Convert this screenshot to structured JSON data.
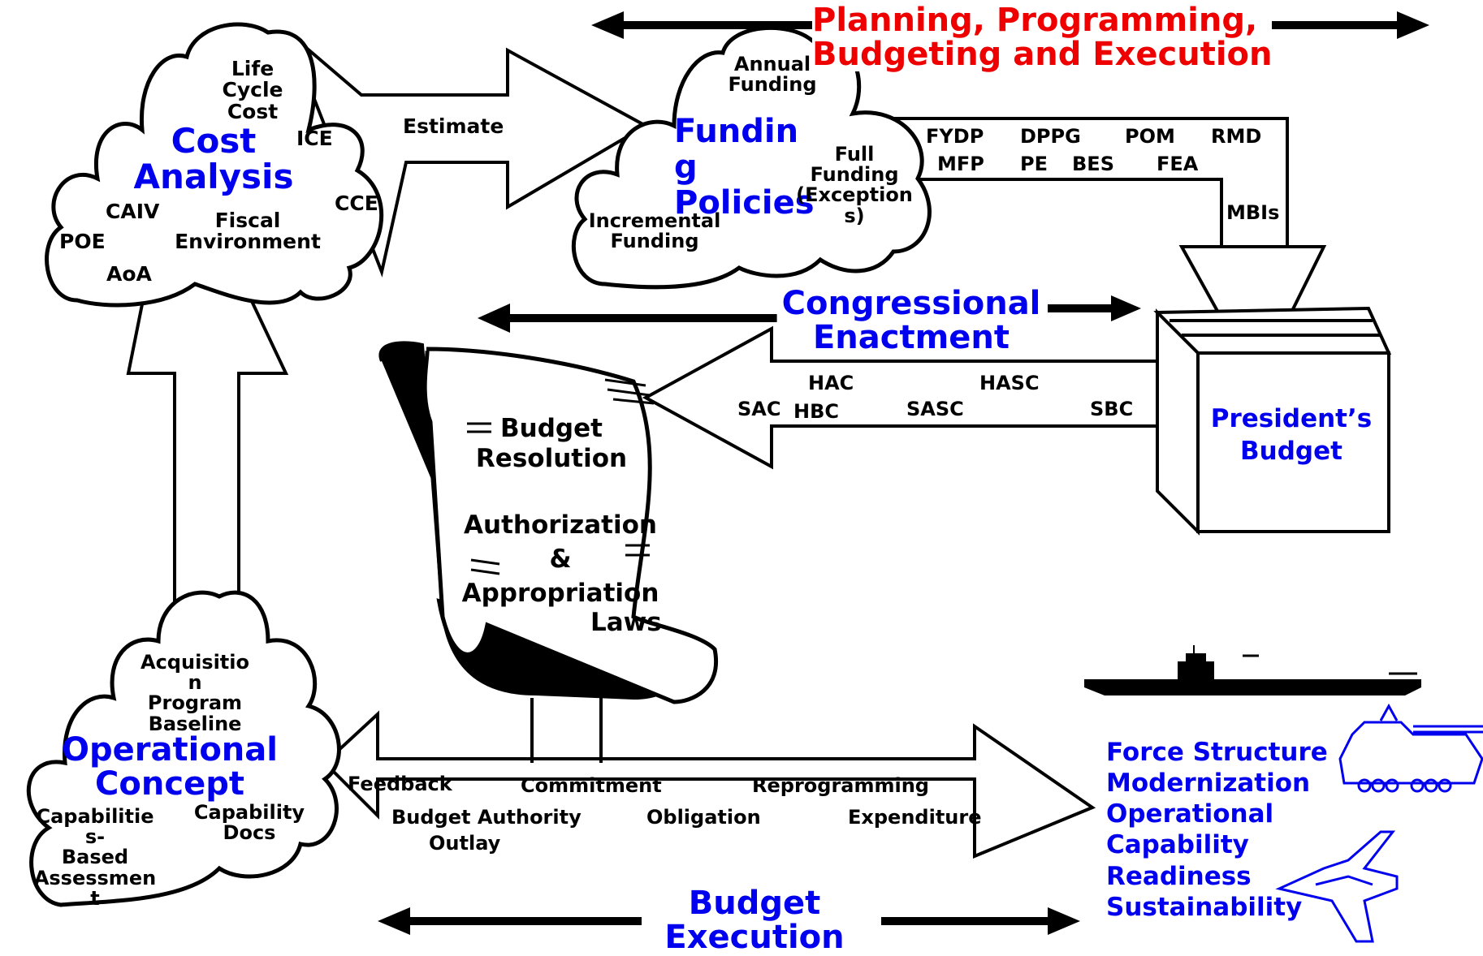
{
  "title": {
    "line1": "Planning, Programming,",
    "line2": "Budgeting and Execution"
  },
  "cost_analysis": {
    "title_line1": "Cost",
    "title_line2": "Analysis",
    "lcc_1": "Life",
    "lcc_2": "Cycle",
    "lcc_3": "Cost",
    "ice": "ICE",
    "cce": "CCE",
    "caiv": "CAIV",
    "fiscal_1": "Fiscal",
    "fiscal_2": "Environment",
    "poe": "POE",
    "aoa": "AoA"
  },
  "estimate": "Estimate",
  "funding_policies": {
    "title_1": "Fundin",
    "title_2": "g",
    "title_3": "Policies",
    "annual_1": "Annual",
    "annual_2": "Funding",
    "full_1": "Full",
    "full_2": "Funding",
    "full_3": "(Exception",
    "full_4": "s)",
    "incr_1": "Incremental",
    "incr_2": "Funding"
  },
  "ppbe_terms": {
    "fydp": "FYDP",
    "dppg": "DPPG",
    "pom": "POM",
    "rmd": "RMD",
    "mfp": "MFP",
    "pe": "PE",
    "bes": "BES",
    "fea": "FEA",
    "mbis": "MBIs"
  },
  "congressional": {
    "line1": "Congressional",
    "line2": "Enactment"
  },
  "committees": {
    "hac": "HAC",
    "hasc": "HASC",
    "sac": "SAC",
    "hbc": "HBC",
    "sasc": "SASC",
    "sbc": "SBC"
  },
  "presidents_budget": {
    "line1": "President’s",
    "line2": "Budget"
  },
  "scroll": {
    "br_1": "Budget",
    "br_2": "Resolution",
    "aa_1": "Authorization",
    "aa_2": "&",
    "aa_3": "Appropriation",
    "aa_4": "Laws"
  },
  "operational": {
    "title_1": "Operational",
    "title_2": "Concept",
    "apb_1": "Acquisitio",
    "apb_2": "n",
    "apb_3": "Program",
    "apb_4": "Baseline",
    "cba_1": "Capabilitie",
    "cba_2": "s-",
    "cba_3": "Based",
    "cba_4": "Assessmen",
    "cba_5": "t",
    "cd_1": "Capability",
    "cd_2": "Docs"
  },
  "execution_terms": {
    "feedback": "Feedback",
    "commitment": "Commitment",
    "reprogramming": "Reprogramming",
    "budget_authority": "Budget Authority",
    "obligation": "Obligation",
    "expenditure": "Expenditure",
    "outlay": "Outlay"
  },
  "budget_execution": {
    "line1": "Budget",
    "line2": "Execution"
  },
  "outcomes": [
    "Force Structure",
    "Modernization",
    "Operational",
    "Capability",
    "Readiness",
    "Sustainability"
  ],
  "icons": [
    "aircraft-carrier-icon",
    "tank-icon",
    "fighter-jet-icon"
  ],
  "colors": {
    "label_blue": "#0000ee",
    "title_red": "#ee0000",
    "line": "#000000"
  }
}
